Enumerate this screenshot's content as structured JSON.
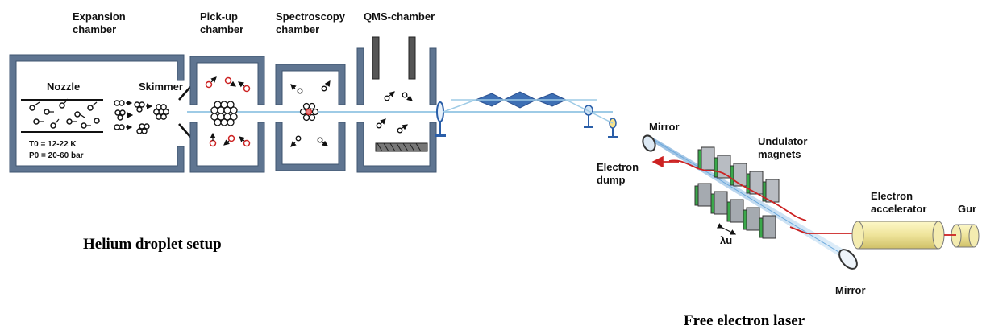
{
  "helium_setup": {
    "chambers": {
      "expansion": [
        "Expansion",
        "chamber"
      ],
      "pickup": [
        "Pick-up",
        "chamber"
      ],
      "spectroscopy": [
        "Spectroscopy",
        "chamber"
      ],
      "qms": "QMS-chamber"
    },
    "nozzle": "Nozzle",
    "skimmer": "Skimmer",
    "t0": "T0 = 12-22 K",
    "p0": "P0 = 20-60 bar",
    "caption": "Helium droplet setup"
  },
  "fel": {
    "mirror_top": "Mirror",
    "mirror_bottom": "Mirror",
    "electron_dump": [
      "Electron",
      "dump"
    ],
    "undulator": [
      "Undulator",
      "magnets"
    ],
    "electron_accelerator": [
      "Electron",
      "accelerator"
    ],
    "gun": "Gur",
    "wavelength_symbol": "λu",
    "caption": "Free electron laser"
  },
  "colors": {
    "chamber_wall": "#5f7591",
    "beam": "#9ecbe6",
    "photon_pulse": "#3d6fb4",
    "electron_beam": "#cc2222",
    "dopant": "#cc2222",
    "magnet_green": "#3aa84a",
    "accelerator": "#f0e9a0"
  }
}
